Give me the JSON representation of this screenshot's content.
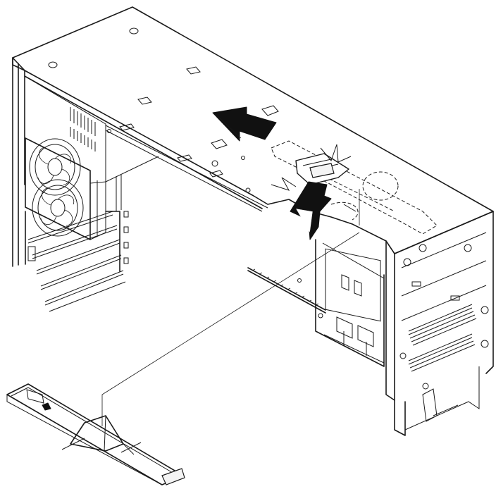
{
  "figure": {
    "colors": {
      "line": "#1a1a1a",
      "arrow": "#111111",
      "background": "#ffffff"
    },
    "parts": [
      "chassis-top-cover",
      "system-fans",
      "expansion-slots",
      "drive-bay-cage",
      "cable-guide-rail",
      "air-baffle-bracket",
      "removal-arrow-left",
      "removal-arrow-up"
    ]
  }
}
